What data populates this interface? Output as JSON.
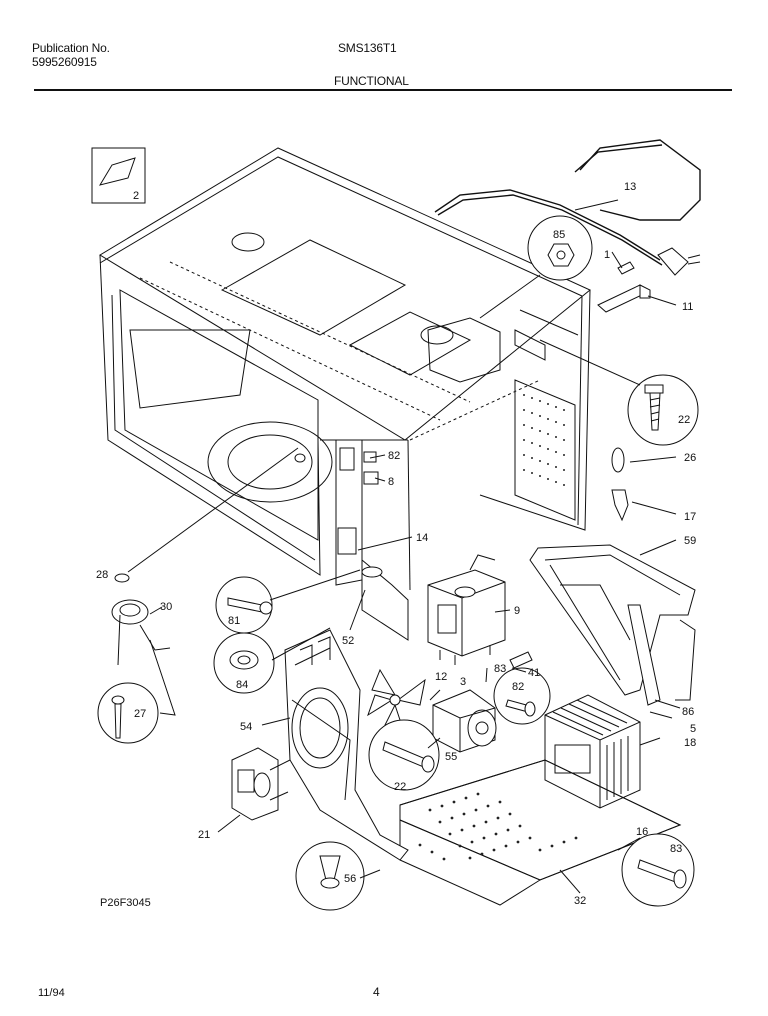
{
  "header": {
    "publication_label": "Publication No.",
    "publication_number": "5995260915",
    "model": "SMS136T1",
    "section": "FUNCTIONAL"
  },
  "footer": {
    "diagram_code": "P26F3045",
    "date": "11/94",
    "page": "4"
  },
  "callouts": {
    "c1": "1",
    "c2": "2",
    "c3": "3",
    "c5": "5",
    "c8": "8",
    "c9": "9",
    "c11": "11",
    "c12": "12",
    "c13": "13",
    "c14": "14",
    "c16": "16",
    "c17": "17",
    "c18": "18",
    "c21": "21",
    "c22a": "22",
    "c22b": "22",
    "c26": "26",
    "c27": "27",
    "c28": "28",
    "c30": "30",
    "c32": "32",
    "c41": "41",
    "c52": "52",
    "c54": "54",
    "c55": "55",
    "c56": "56",
    "c59": "59",
    "c81": "81",
    "c82a": "82",
    "c82b": "82",
    "c83a": "83",
    "c83b": "83",
    "c84": "84",
    "c85": "85",
    "c86": "86"
  }
}
